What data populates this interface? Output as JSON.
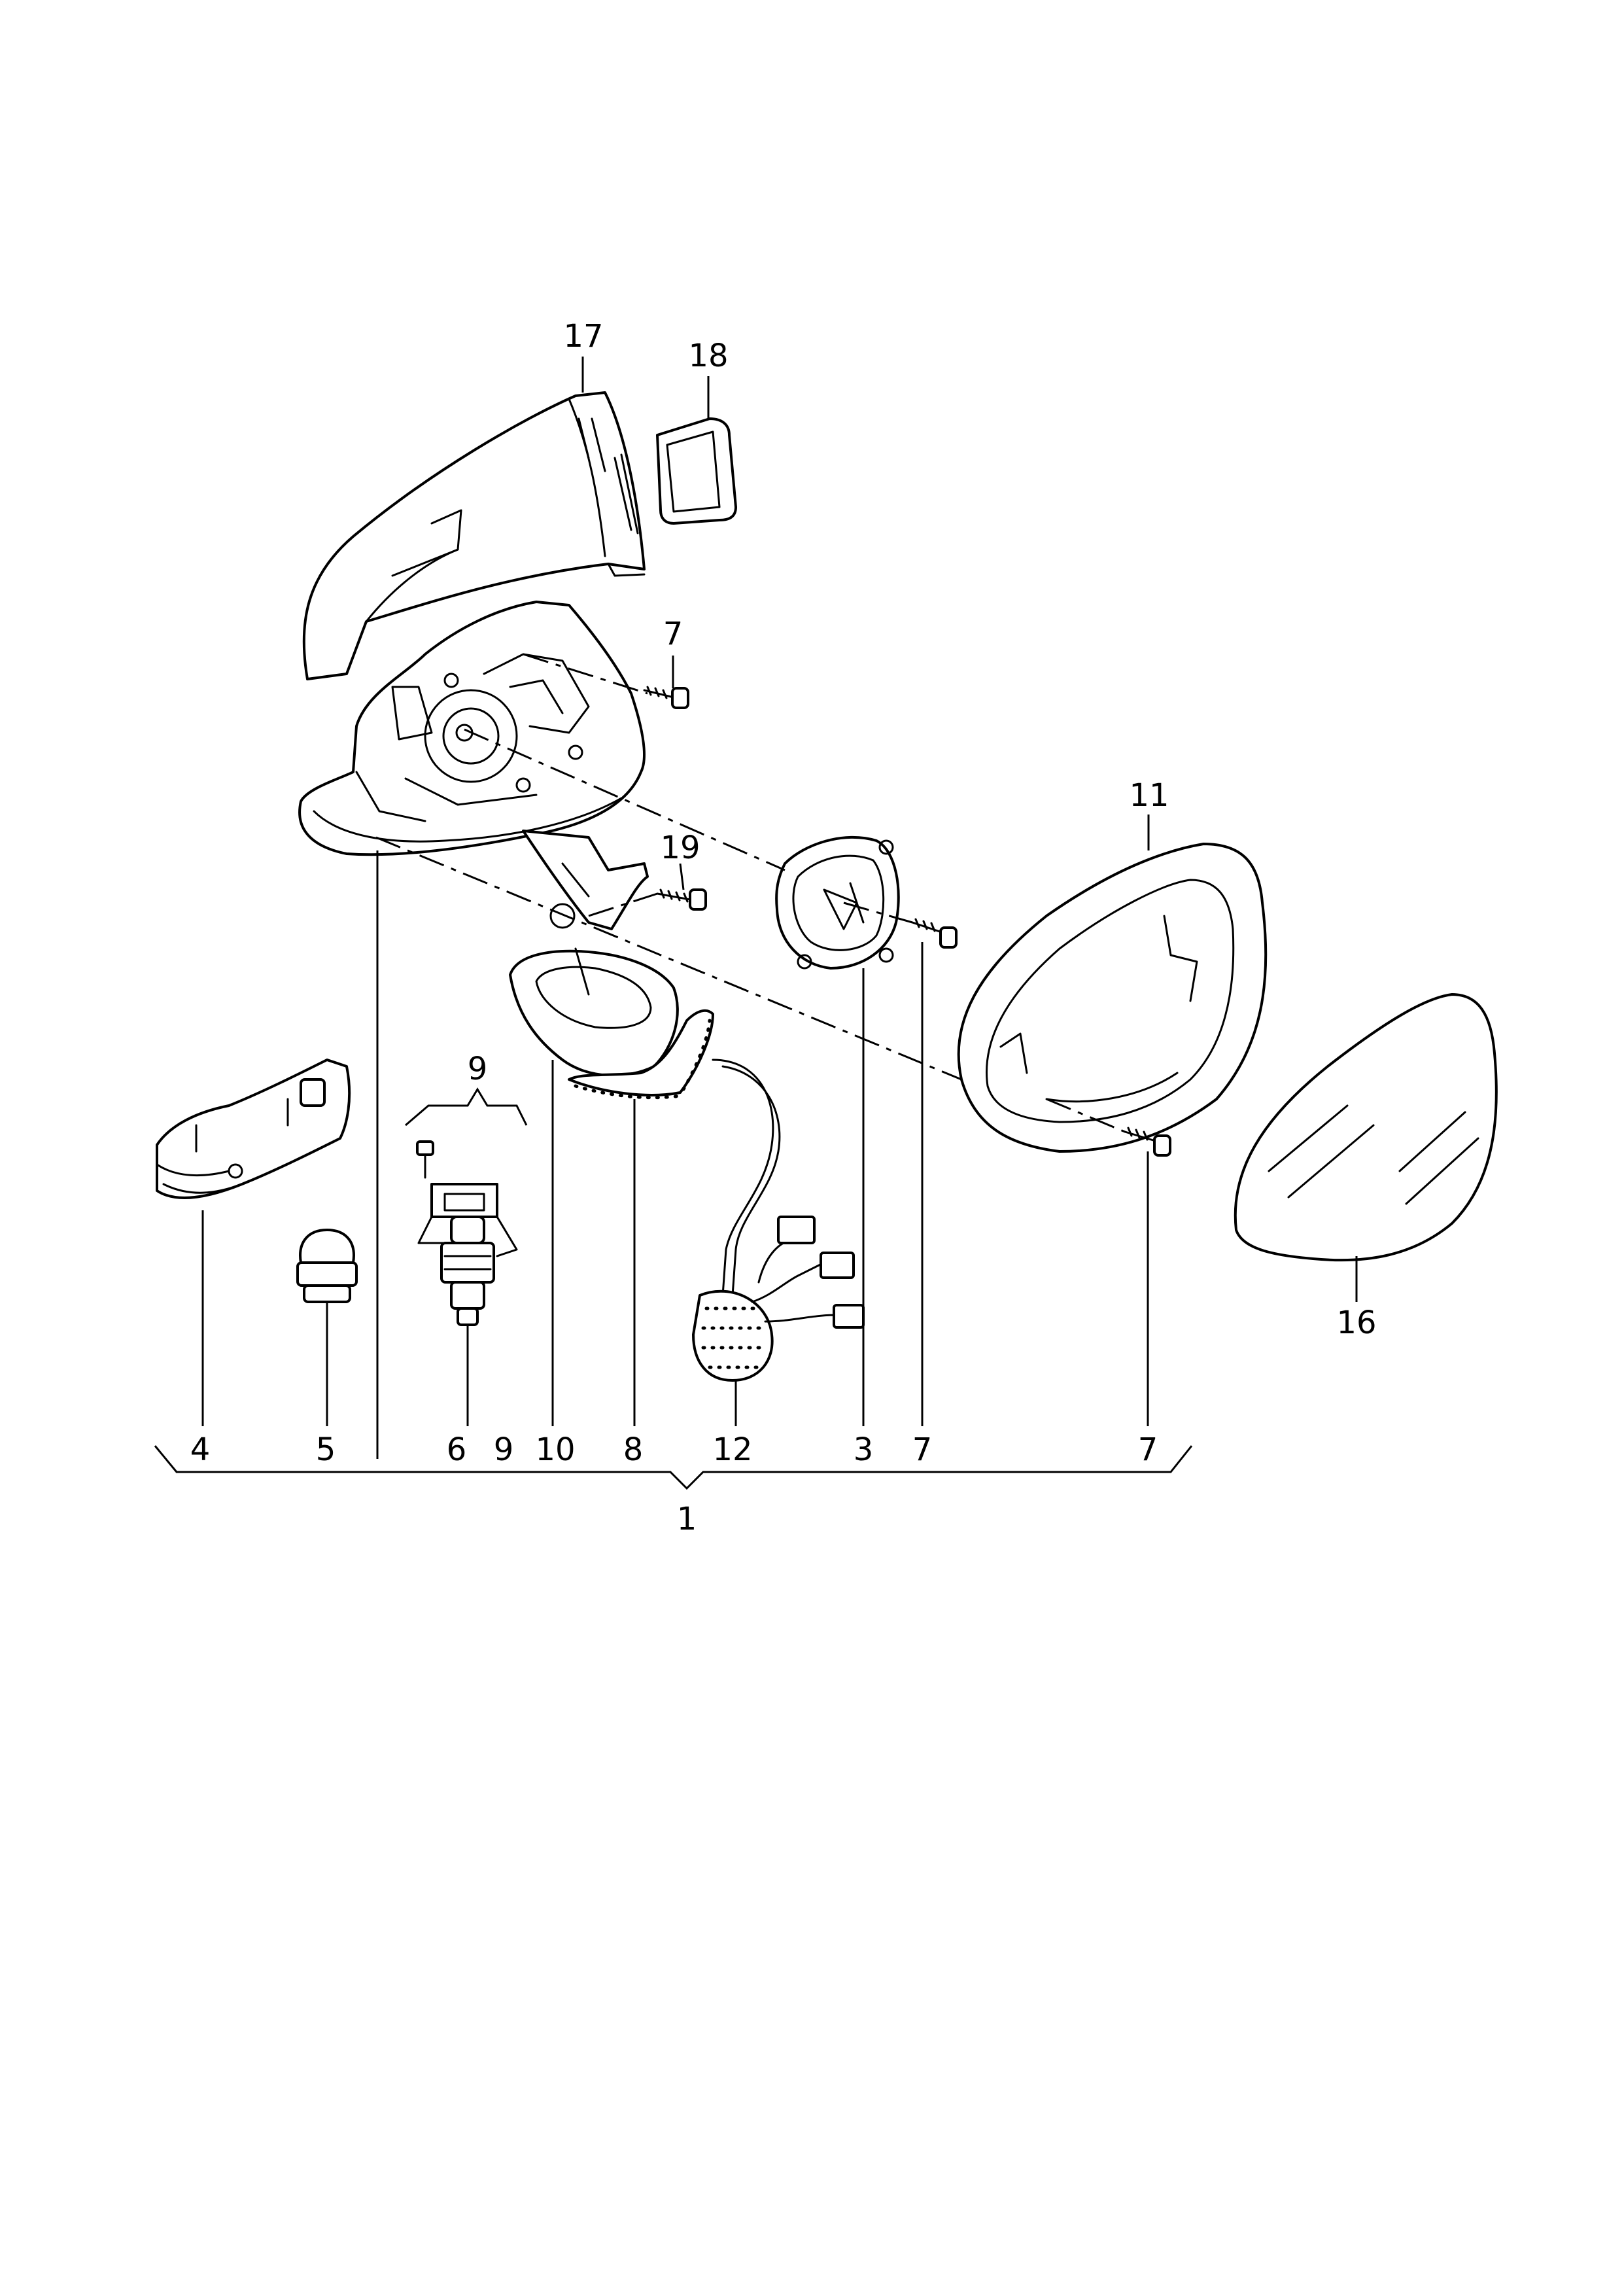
{
  "callouts": {
    "c17": "17",
    "c18": "18",
    "c7_top": "7",
    "c11": "11",
    "c19": "19",
    "c9_top": "9",
    "c16": "16",
    "c4": "4",
    "c5": "5",
    "c6": "6",
    "c9": "9",
    "c10": "10",
    "c8": "8",
    "c12": "12",
    "c3": "3",
    "c7_a": "7",
    "c7_b": "7",
    "c1": "1"
  }
}
